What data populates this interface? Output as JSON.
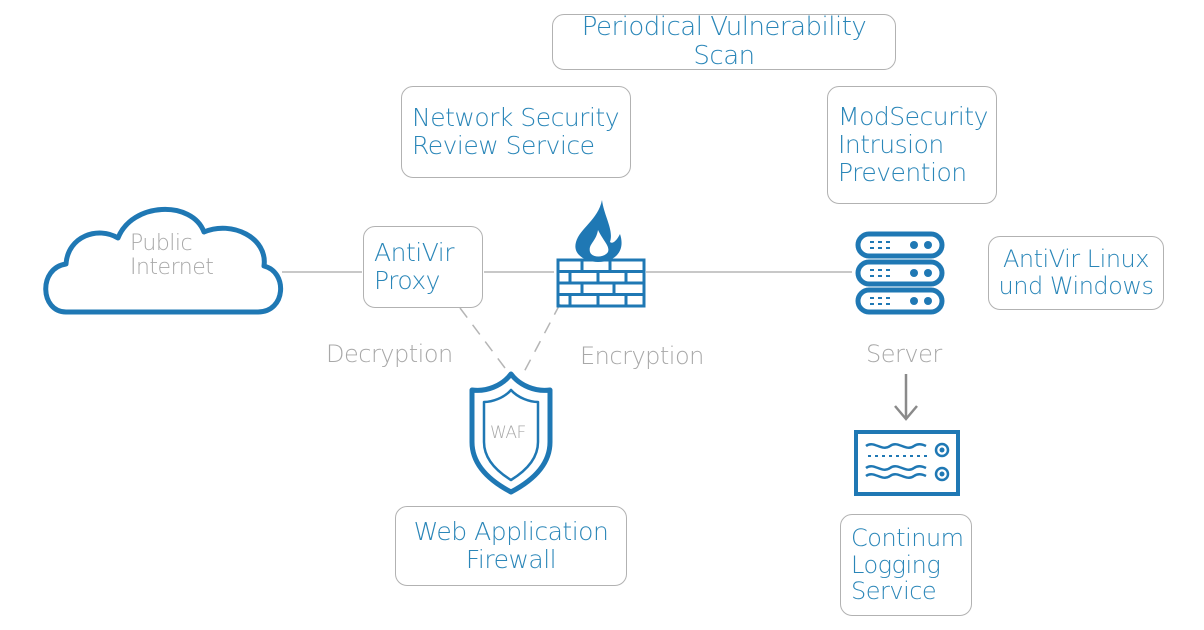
{
  "nodes": {
    "periodical_scan": {
      "label": "Periodical Vulnerability Scan"
    },
    "network_security_review": {
      "line1": "Network Security",
      "line2": "Review Service"
    },
    "modsecurity": {
      "line1": "ModSecurity",
      "line2": "Intrusion",
      "line3": "Prevention"
    },
    "antivir_proxy": {
      "line1": "AntiVir",
      "line2": "Proxy"
    },
    "antivir_linux": {
      "line1": "AntiVir Linux",
      "line2": "und Windows"
    },
    "waf_box": {
      "line1": "Web Application",
      "line2": "Firewall"
    },
    "logging": {
      "line1": "Continum",
      "line2": "Logging",
      "line3": "Service"
    }
  },
  "labels": {
    "public_internet_line1": "Public",
    "public_internet_line2": "Internet",
    "decryption": "Decryption",
    "encryption": "Encryption",
    "server": "Server",
    "waf_shield": "WAF"
  },
  "colors": {
    "primary": "#1f78b4",
    "text_blue": "#2a86b8",
    "muted_gray": "#a8a8a8",
    "border_gray": "#b2b2b2"
  },
  "icons": [
    "cloud-icon",
    "firewall-flame-icon",
    "waf-shield-icon",
    "server-rack-icon",
    "log-device-icon",
    "down-arrow-icon"
  ]
}
